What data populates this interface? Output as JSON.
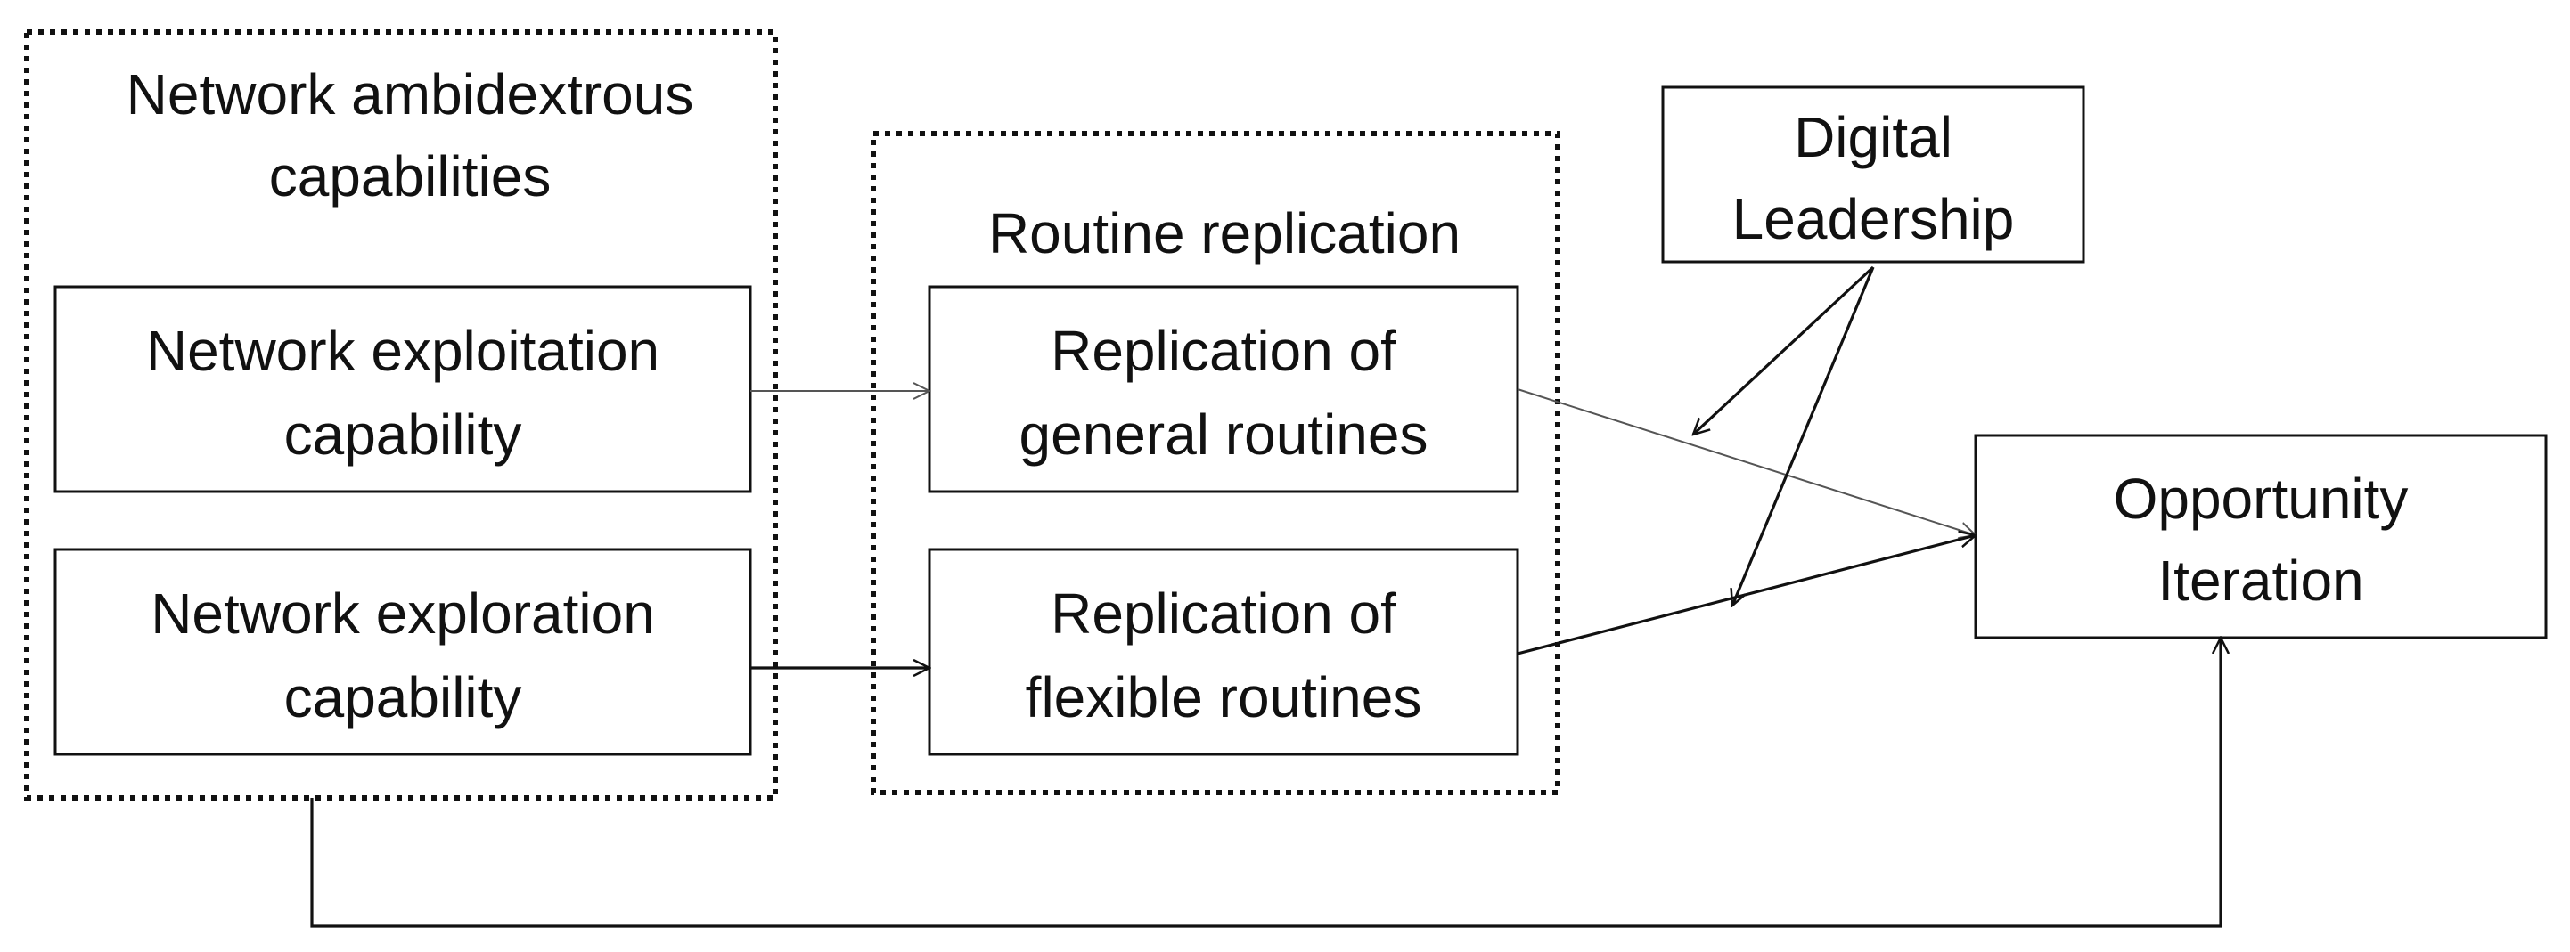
{
  "diagram": {
    "groups": {
      "ambidextrous": {
        "title_line1": "Network ambidextrous",
        "title_line2": "capabilities"
      },
      "replication": {
        "title": "Routine replication"
      }
    },
    "nodes": {
      "exploitation": {
        "line1": "Network exploitation",
        "line2": "capability"
      },
      "exploration": {
        "line1": "Network exploration",
        "line2": "capability"
      },
      "general": {
        "line1": "Replication of",
        "line2": "general routines"
      },
      "flexible": {
        "line1": "Replication of",
        "line2": "flexible routines"
      },
      "leadership": {
        "line1": "Digital",
        "line2": "Leadership"
      },
      "opportunity": {
        "line1": "Opportunity",
        "line2": "Iteration"
      }
    },
    "edges": [
      {
        "from": "exploitation",
        "to": "general",
        "style": "thin"
      },
      {
        "from": "exploration",
        "to": "flexible",
        "style": "solid"
      },
      {
        "from": "general",
        "to": "opportunity",
        "style": "thin"
      },
      {
        "from": "flexible",
        "to": "opportunity",
        "style": "solid"
      },
      {
        "from": "leadership",
        "to": "general-opportunity-path",
        "style": "solid",
        "type": "moderation"
      },
      {
        "from": "leadership",
        "to": "flexible-opportunity-path",
        "style": "solid",
        "type": "moderation"
      },
      {
        "from": "ambidextrous",
        "to": "opportunity",
        "style": "solid",
        "type": "direct-path"
      }
    ]
  }
}
